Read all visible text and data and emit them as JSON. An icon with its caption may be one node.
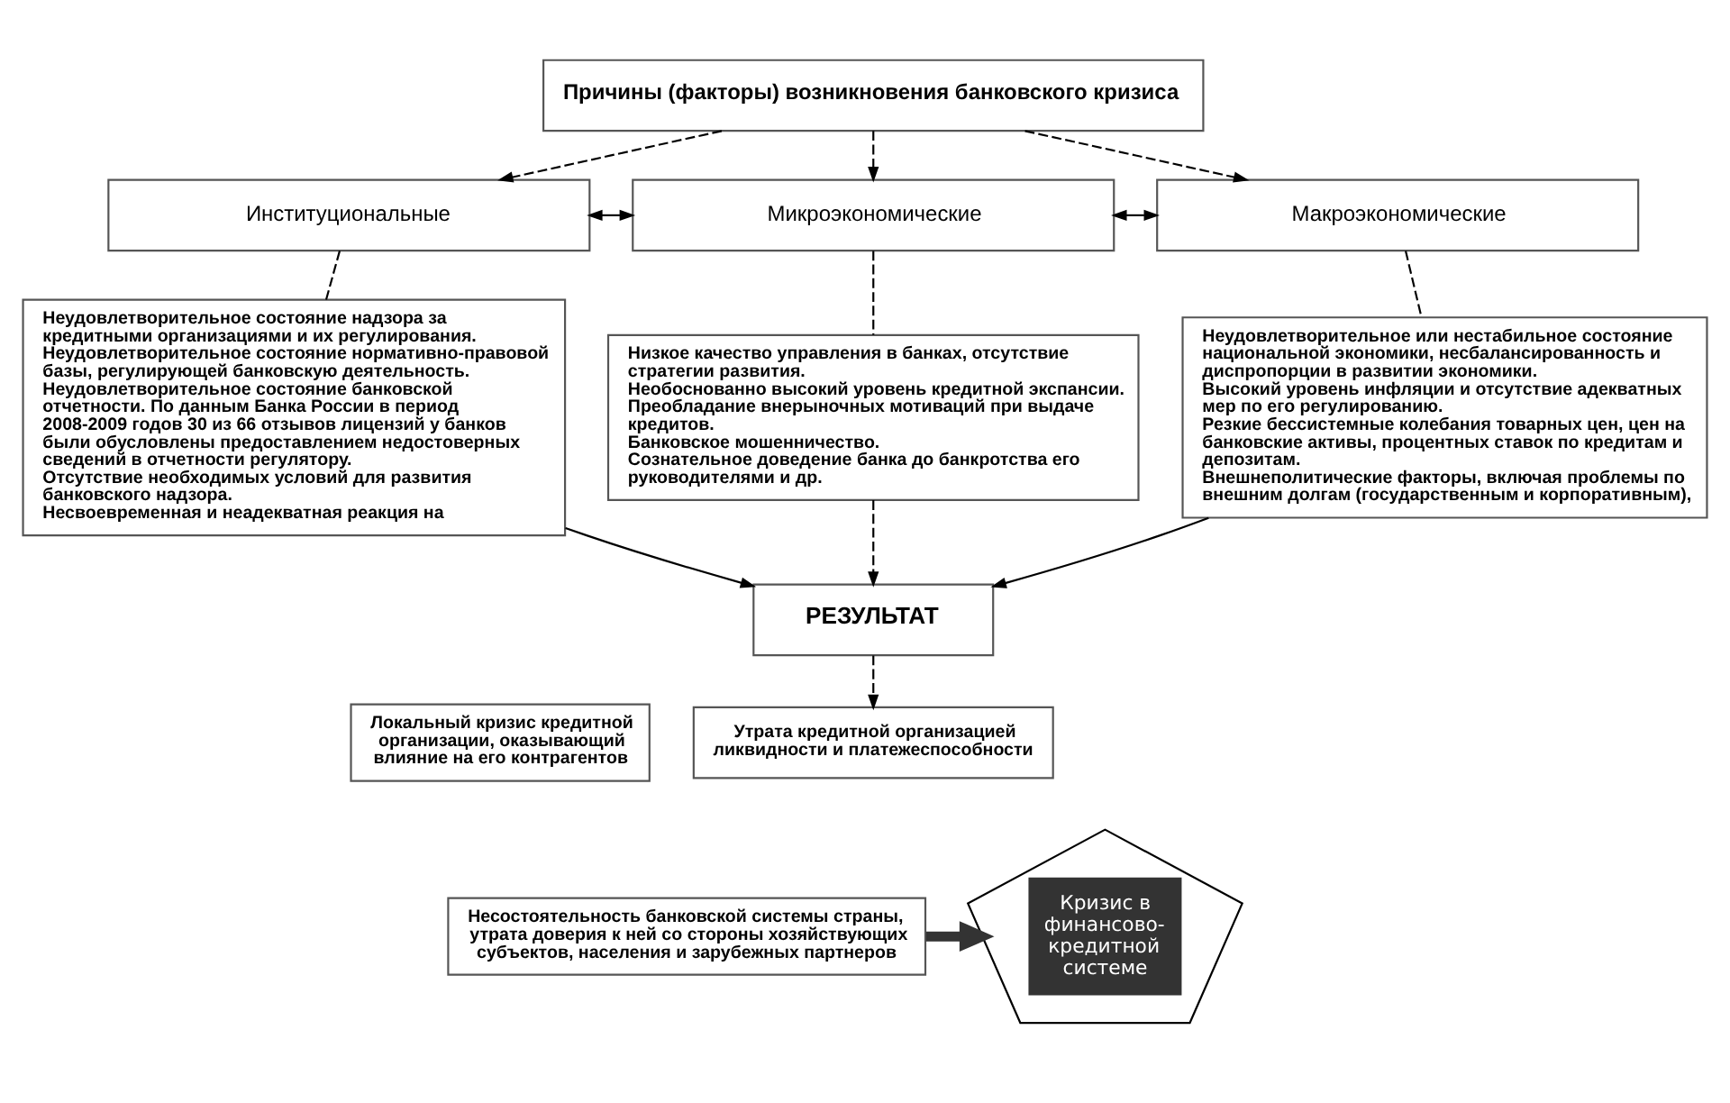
{
  "diagram": {
    "nodes": [
      {
        "text": [
          "Причины (факторы) возникновения банковского кризиса"
        ]
      },
      {
        "text": [
          "Институциональные"
        ]
      },
      {
        "text": [
          "Микроэкономические"
        ]
      },
      {
        "text": [
          "Макроэкономические"
        ]
      },
      {
        "text": [
          "Неудовлетворительное состояние надзора за кредитными организациями и их регулирования.",
          "Неудовлетворительное состояние нормативно-правовой базы, регулирующей банковскую деятельность.",
          "Неудовлетворительное состояние банковской отчетности. По данным Банка России в период 2008-2009 годов 30 из 66 отзывов лицензий у банков были обусловлены предоставлением недостоверных сведений в отчетности регулятору.",
          "Отсутствие необходимых условий для развития банковского надзора.",
          "Несвоевременная и неадекватная реакция на"
        ]
      },
      {
        "text": [
          "Низкое качество управления в банках, отсутствие стратегии развития.",
          "Необоснованно высокий уровень кредитной экспансии.",
          "Преобладание внерыночных мотиваций при выдаче кредитов.",
          "Банковское мошенничество.",
          "Сознательное доведение банка до банкротства его руководителями и др."
        ]
      },
      {
        "text": [
          "Неудовлетворительное или нестабильное состояние национальной экономики, несбалансированность и диспропорции в развитии экономики.",
          "Высокий уровень инфляции и отсутствие адекватных мер по его регулированию.",
          "Резкие бессистемные колебания товарных цен, цен на банковские активы, процентных ставок по кредитам и депозитам.",
          "Внешнеполитические факторы, включая проблемы по внешним долгам (государственным и корпоративным),"
        ]
      },
      {
        "text": [
          "РЕЗУЛЬТАТ"
        ]
      },
      {
        "text": [
          "Утрата кредитной организацией ликвидности и платежеспособности"
        ]
      },
      {
        "text": [
          "Локальный кризис кредитной организации, оказывающий влияние на его контрагентов"
        ]
      },
      {
        "text": [
          "Несостоятельность банковской системы страны, утрата доверия к ней со стороны хозяйствующих субъектов, населения и зарубежных партнеров"
        ]
      },
      {
        "text": [
          "Кризис в финансово-кредитной системе"
        ]
      }
    ],
    "edges": [
      {
        "from": 0,
        "to": 1,
        "arrow": "to",
        "style": "dashed"
      },
      {
        "from": 0,
        "to": 2,
        "arrow": "to",
        "style": "dashed"
      },
      {
        "from": 0,
        "to": 3,
        "arrow": "to",
        "style": "dashed"
      },
      {
        "from": 1,
        "to": 2,
        "arrow": "both"
      },
      {
        "from": 2,
        "to": 3,
        "arrow": "both"
      },
      {
        "from": 1,
        "to": 4,
        "arrow": "none",
        "style": "dashed"
      },
      {
        "from": 2,
        "to": 5,
        "arrow": "none",
        "style": "dashed"
      },
      {
        "from": 3,
        "to": 6,
        "arrow": "none",
        "style": "dashed"
      },
      {
        "from": 4,
        "to": 7,
        "arrow": "to"
      },
      {
        "from": 5,
        "to": 7,
        "arrow": "to",
        "style": "dashed"
      },
      {
        "from": 6,
        "to": 7,
        "arrow": "to"
      },
      {
        "from": 7,
        "to": 8,
        "arrow": "to",
        "style": "dashed"
      },
      {
        "from": 10,
        "to": 11,
        "arrow": "to",
        "style": "thick",
        "color": "#333333"
      }
    ]
  }
}
